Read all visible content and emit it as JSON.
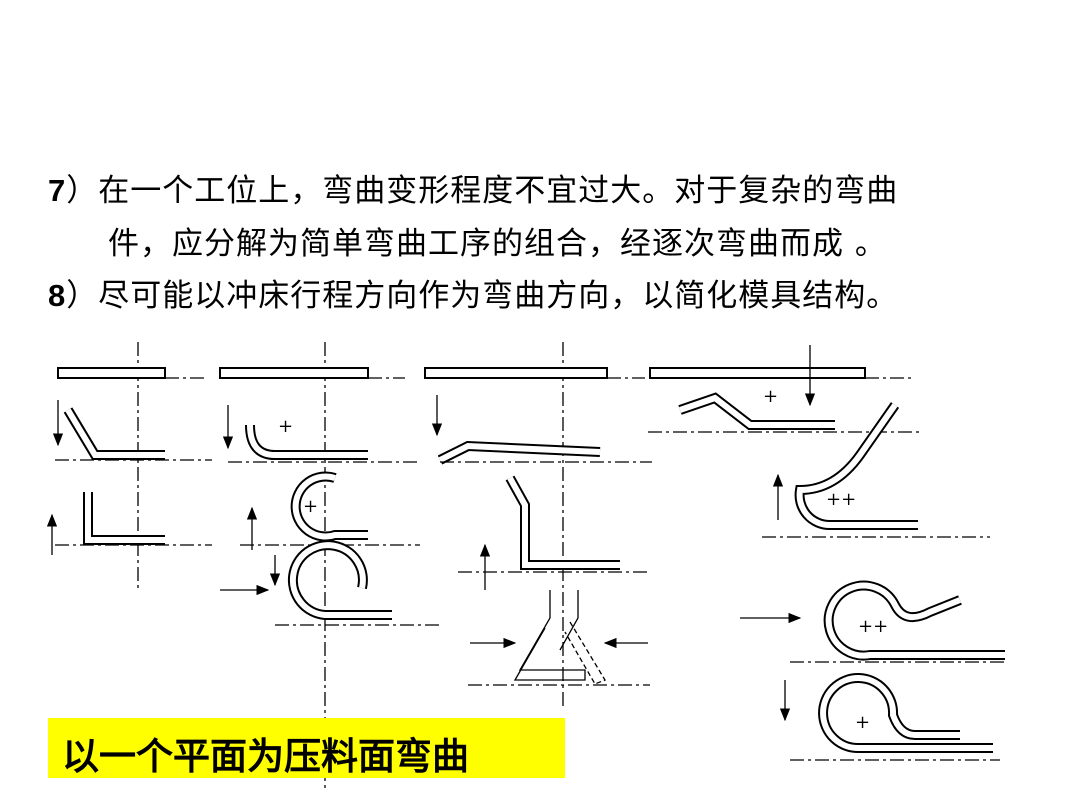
{
  "rules": [
    {
      "number": "7",
      "text_line1": "）在一个工位上，弯曲变形程度不宜过大。对于复杂的弯曲",
      "text_line2": "件，应分解为简单弯曲工序的组合，经逐次弯曲而成 。"
    },
    {
      "number": "8",
      "text": "）尽可能以冲床行程方向作为弯曲方向，以简化模具结构。"
    }
  ],
  "caption": "以一个平面为压料面弯曲",
  "colors": {
    "caption_bg": "#ffff00",
    "text": "#000000"
  }
}
